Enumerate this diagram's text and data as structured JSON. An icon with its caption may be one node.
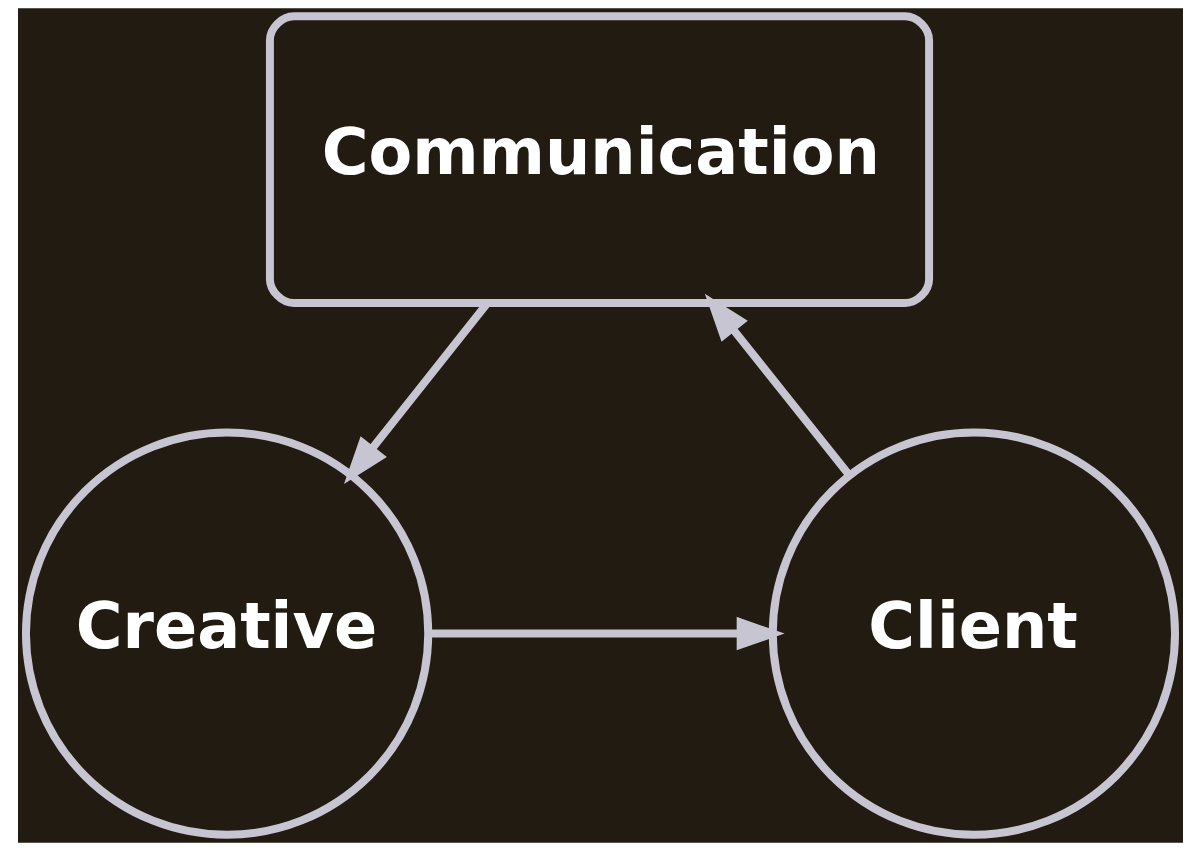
{
  "diagram": {
    "nodes": [
      {
        "text": [
          "Communication"
        ]
      },
      {
        "text": [
          "Creative"
        ]
      },
      {
        "text": [
          "Client"
        ]
      }
    ],
    "edges": [
      {
        "from": 0,
        "to": 1,
        "arrow": "to"
      },
      {
        "from": 1,
        "to": 2,
        "arrow": "to"
      },
      {
        "from": 2,
        "to": 0,
        "arrow": "to"
      }
    ]
  }
}
